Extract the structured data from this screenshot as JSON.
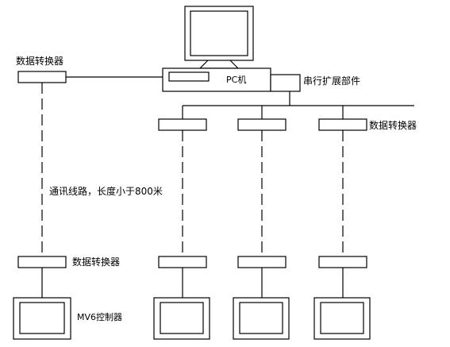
{
  "labels": {
    "converter_top_left": "数据转换器",
    "pc": "PC机",
    "serial_expansion": "串行扩展部件",
    "converter_top_right": "数据转换器",
    "comm_line": "通讯线路，长度小于800米",
    "converter_bottom": "数据转换器",
    "controller": "MV6控制器"
  }
}
